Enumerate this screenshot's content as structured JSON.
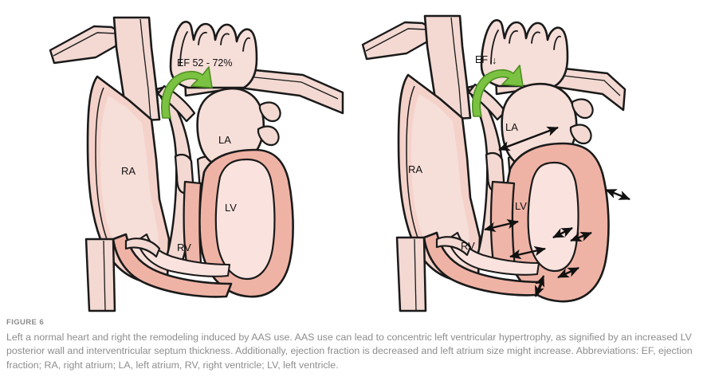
{
  "figure": {
    "label": "FIGURE 6",
    "caption": "Left a normal heart and right the remodeling induced by AAS use. AAS use can lead to concentric left ventricular hypertrophy, as signified by an increased LV posterior wall and interventricular septum thickness. Additionally, ejection fraction is decreased and left atrium size might increase. Abbreviations: EF, ejection fraction; RA, right atrium; LA, left atrium, RV, right ventricle; LV, left ventricle."
  },
  "diagrams": {
    "normal_heart": {
      "title": "normal-heart",
      "ef_annotation": "EF 52 - 72%",
      "chambers": [
        {
          "abbr": "RA",
          "name": "right atrium"
        },
        {
          "abbr": "LA",
          "name": "left atrium"
        },
        {
          "abbr": "LV",
          "name": "left ventricle"
        },
        {
          "abbr": "RV",
          "name": "right ventricle"
        }
      ]
    },
    "remodeled_heart": {
      "title": "aas-remodeled-heart",
      "ef_annotation": "EF",
      "ef_trend_glyph": "↓",
      "chambers": [
        {
          "abbr": "RA",
          "name": "right atrium"
        },
        {
          "abbr": "LA",
          "name": "left atrium"
        },
        {
          "abbr": "LV",
          "name": "left ventricle"
        },
        {
          "abbr": "RV",
          "name": "right ventricle"
        }
      ]
    }
  },
  "colors": {
    "outline": "#1a1a1a",
    "vessel_fill": "#f3d9d2",
    "myocardium_fill": "#efb3a6",
    "chamber_fill": "#fae3de",
    "atrium_fill": "#f6ded9",
    "septum_fill": "#eeb5a8",
    "flow_arrow_green": "#7cc242",
    "flow_arrow_green_outline": "#4e8f22",
    "caption_text": "#8d8d8d",
    "caption_label": "#8a8a8a",
    "background": "#ffffff"
  }
}
